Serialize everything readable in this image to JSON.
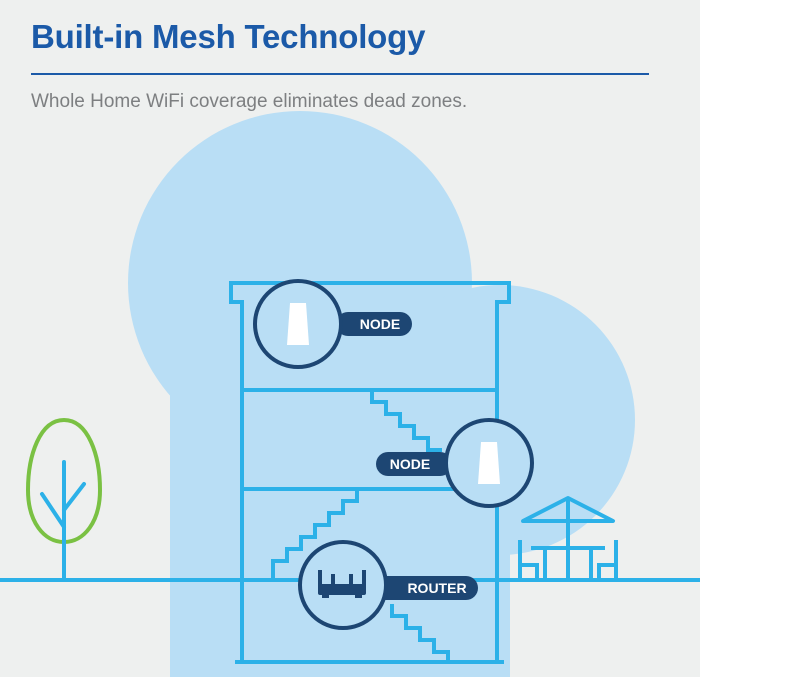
{
  "header": {
    "title": "Built-in Mesh Technology",
    "subtitle": "Whole Home WiFi coverage eliminates dead zones."
  },
  "diagram": {
    "labels": {
      "node_top": "NODE",
      "node_middle": "NODE",
      "router": "ROUTER"
    }
  },
  "colors": {
    "title_blue": "#1b5aa8",
    "house_outline": "#2cb1e8",
    "coverage": "#b9def5",
    "badge_navy": "#1d4673",
    "tree_green": "#7ac143",
    "background": "#eef0ef"
  }
}
